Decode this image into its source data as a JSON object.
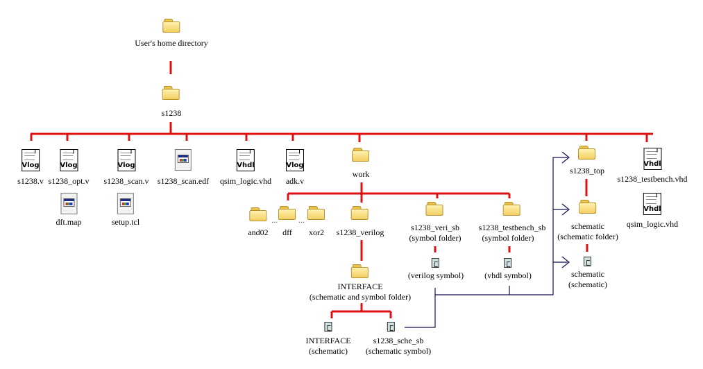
{
  "diagram": {
    "title": "Directory structure",
    "colors": {
      "tree_line": "#dd1111",
      "link_line": "#101050"
    },
    "nodes": {
      "home": {
        "icon": "folder-icon",
        "label": "User's home directory"
      },
      "s1238": {
        "icon": "folder-icon",
        "label": "s1238"
      },
      "s1238_v": {
        "icon": "verilog-file-icon",
        "tag": "Vlog",
        "label": "s1238.v"
      },
      "s1238_opt_v": {
        "icon": "verilog-file-icon",
        "tag": "Vlog",
        "label": "s1238_opt.v"
      },
      "dft_map": {
        "icon": "app-file-icon",
        "label": "dft.map"
      },
      "s1238_scan_v": {
        "icon": "verilog-file-icon",
        "tag": "Vlog",
        "label": "s1238_scan.v"
      },
      "setup_tcl": {
        "icon": "app-file-icon",
        "label": "setup.tcl"
      },
      "s1238_scan_edf": {
        "icon": "app-file-icon",
        "label": "s1238_scan.edf"
      },
      "qsim_logic_vhd": {
        "icon": "vhdl-file-icon",
        "tag": "Vhdl",
        "label": "qsim_logic.vhd"
      },
      "adk_v": {
        "icon": "verilog-file-icon",
        "tag": "Vlog",
        "label": "adk.v"
      },
      "work": {
        "icon": "folder-icon",
        "label": "work"
      },
      "and02": {
        "icon": "folder-icon",
        "label": "and02"
      },
      "dff": {
        "icon": "folder-icon",
        "label": "dff"
      },
      "xor2": {
        "icon": "folder-icon",
        "label": "xor2"
      },
      "ellipsis": "...",
      "s1238_verilog": {
        "icon": "folder-icon",
        "label": "s1238_verilog"
      },
      "interface": {
        "icon": "folder-icon",
        "label": "INTERFACE",
        "sublabel": "(schematic and symbol folder)"
      },
      "interface_sch": {
        "icon": "symbol-file-icon",
        "label": "INTERFACE",
        "sublabel": "(schematic)"
      },
      "s1238_sche_sb": {
        "icon": "symbol-file-icon",
        "label": "s1238_sche_sb",
        "sublabel": "(schematic symbol)"
      },
      "s1238_veri_sb": {
        "icon": "folder-icon",
        "label": "s1238_veri_sb",
        "sublabel": "(symbol folder)"
      },
      "verilog_symbol": {
        "icon": "symbol-file-icon",
        "label": "(verilog symbol)"
      },
      "s1238_testbench_sb": {
        "icon": "folder-icon",
        "label": "s1238_testbench_sb",
        "sublabel": "(symbol folder)"
      },
      "vhdl_symbol": {
        "icon": "symbol-file-icon",
        "label": "(vhdl symbol)"
      },
      "s1238_top": {
        "icon": "folder-icon",
        "label": "s1238_top"
      },
      "schematic_folder": {
        "icon": "folder-icon",
        "label": "schematic",
        "sublabel": "(schematic folder)"
      },
      "schematic_file": {
        "icon": "symbol-file-icon",
        "label": "schematic",
        "sublabel": "(schematic)"
      },
      "s1238_testbench_vhd": {
        "icon": "vhdl-file-icon",
        "tag": "Vhdl",
        "label": "s1238_testbench.vhd"
      },
      "qsim_logic_vhd_2": {
        "icon": "vhdl-file-icon",
        "tag": "Vhdl",
        "label": "qsim_logic.vhd"
      }
    }
  }
}
